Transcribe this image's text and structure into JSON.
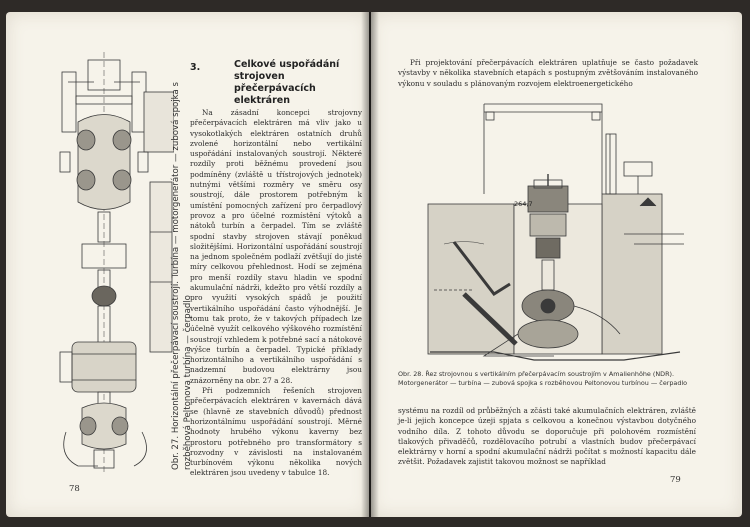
{
  "left_page": {
    "figure_caption": "Obr. 27. Horizontální přečerpávací soustrojí. Turbína — motorgenerátor — zubová spojka s rozběhová Peltonova turbína — čerpadlo",
    "section_number": "3.",
    "section_title": "Celkové uspořádání strojoven přečerpávacích elektráren",
    "paragraph_1": "Na zásadní koncepci strojovny přečerpávacích elektráren má vliv jako u vysokotlakých elektráren ostatních druhů zvolené horizontální nebo vertikální uspořádání instalovaných soustrojí. Některé rozdíly proti běžnému provedení jsou podmíněny (zvláště u třístrojových jednotek) nutnými většími rozměry ve směru osy soustrojí, dále prostorem potřebným k umístění pomocných zařízení pro čerpadlový provoz a pro účelné rozmístění výtoků a nátoků turbín a čerpadel. Tím se zvláště spodní stavby strojoven stávají poněkud složitějšími. Horizontální uspořádání soustrojí na jednom společném podlaží zvětšují do jisté míry celkovou přehlednost. Hodí se zejména pro menší rozdíly stavu hladin ve spodní akumulační nádrži, kdežto pro větší rozdíly a pro využití vysokých spádů je použití vertikálního uspořádání často výhodnější. Je tomu tak proto, že v takových případech lze účelně využít celkového výškového rozmístění soustrojí vzhledem k potřebné sací a nátokové výšce turbín a čerpadel. Typické příklady horizontálního a vertikálního uspořádání s nadzemní budovou elektrárny jsou znázorněny na obr. 27 a 28.",
    "paragraph_2": "Při podzemních řešeních strojoven přečerpávacích elektráren v kavernách dává se (hlavně ze stavebních důvodů) přednost horizontálnímu uspořádání soustrojí. Měrné hodnoty hrubého výkonu kaverny bez prostoru potřebného pro transformátory s rozvodny v závislosti na instalovaném turbínovém výkonu několika nových elektráren jsou uvedeny v tabulce 18.",
    "page_number": "78"
  },
  "right_page": {
    "intro_paragraph": "Při projektování přečerpávacích elektráren uplatňuje se často požadavek výstavby v několika stavebních etapách s postupným zvětšováním instalovaného výkonu v souladu s plánovaným rozvojem elektroenergetického",
    "figure_caption": "Obr. 28. Řez strojovnou s vertikálním přečerpávacím soustrojím v Amalienhöhe (NDR). Motorgenerátor — turbína — zubová spojka s rozběhovou Peltonovou turbínou — čerpadlo",
    "figure_label": "264,7",
    "body_paragraph": "systému na rozdíl od průběžných a zčásti také akumulačních elektráren, zvláště je-li jejich koncepce úzeji spjata s celkovou a konečnou výstavbou dotyčného vodního díla. Z tohoto důvodu se doporučuje při polohovém rozmístění tlakových přivaděčů, rozdělovacího potrubí a vlastních budov přečerpávací elektrárny v horní a spodní akumulační nádrži počítat s možností kapacitu dále zvětšit. Požadavek zajistit takovou možnost se například",
    "page_number": "79"
  }
}
